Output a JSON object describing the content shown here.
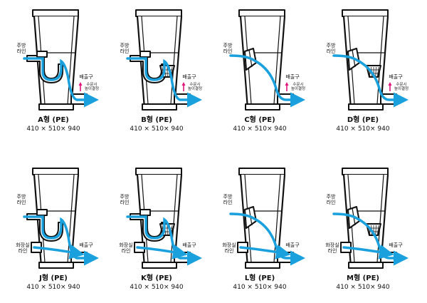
{
  "labels": {
    "kitchen_line": "주방\n라인",
    "outlet": "배출구",
    "toilet_line": "화장실\n라인",
    "water_level_note": "수문시\n높이결정"
  },
  "colors": {
    "flow": "#1aa0dd",
    "outline": "#111111",
    "fill": "#ffffff",
    "level_arrow": "#e0147a"
  },
  "panels": [
    {
      "title": "A형 (PE)",
      "dims": "410 × 510× 940"
    },
    {
      "title": "B형 (PE)",
      "dims": "410 × 510× 940"
    },
    {
      "title": "C형 (PE)",
      "dims": "410 × 510× 940"
    },
    {
      "title": "D형 (PE)",
      "dims": "410 × 510× 940"
    },
    {
      "title": "J형 (PE)",
      "dims": "410 × 510× 940"
    },
    {
      "title": "K형 (PE)",
      "dims": "410 × 510× 940"
    },
    {
      "title": "L형 (PE)",
      "dims": "410 × 510× 940"
    },
    {
      "title": "M형 (PE)",
      "dims": "410 × 510× 940"
    }
  ]
}
